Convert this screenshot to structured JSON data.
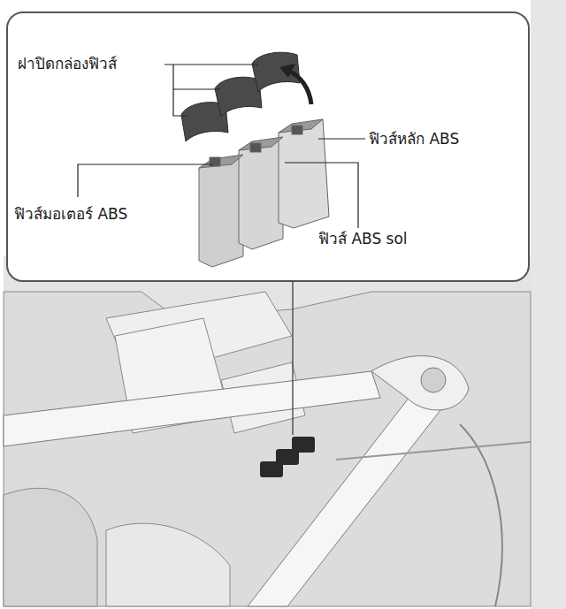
{
  "diagram": {
    "nodes": [
      {
        "text": [
          "ฝาปิดกล่องฟิวส์",
          "ฟิวส์หลัก ABS",
          "ฟิวส์มอเตอร์ ABS",
          "ฟิวส์ ABS sol"
        ]
      }
    ]
  }
}
